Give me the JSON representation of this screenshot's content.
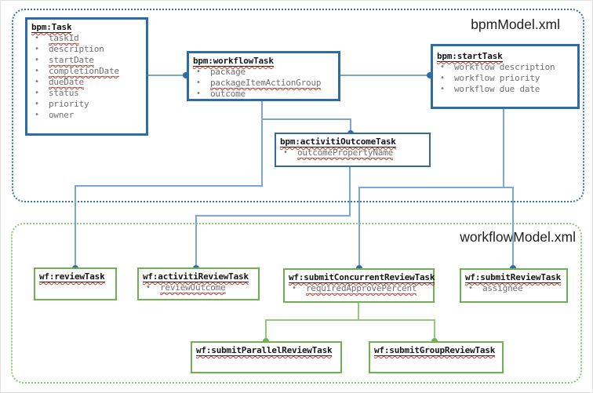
{
  "containers": {
    "bpm": {
      "label": "bpmModel.xml"
    },
    "workflow": {
      "label": "workflowModel.xml"
    }
  },
  "boxes": {
    "task": {
      "title": "bpm:Task",
      "attrs": [
        "taskId",
        "description",
        "startDate",
        "completionDate",
        "dueDate",
        "status",
        "priority",
        "owner"
      ]
    },
    "workflowTask": {
      "title": "bpm:workflowTask",
      "attrs": [
        "package",
        "packageItemActionGroup",
        "outcome"
      ]
    },
    "startTask": {
      "title": "bpm:startTask",
      "attrs": [
        "workflow description",
        "workflow priority",
        "workflow due date"
      ]
    },
    "activitiOutcomeTask": {
      "title": "bpm:activitiOutcomeTask",
      "attrs": [
        "outcomePropertyName"
      ]
    },
    "reviewTask": {
      "title": "wf:reviewTask",
      "attrs": []
    },
    "activitiReviewTask": {
      "title": "wf:activitiReviewTask",
      "attrs": [
        "reviewOutcome"
      ]
    },
    "submitConcurrentReviewTask": {
      "title": "wf:submitConcurrentReviewTask",
      "attrs": [
        "requiredApprovePercent"
      ]
    },
    "submitReviewTask": {
      "title": "wf:submitReviewTask",
      "attrs": [
        "assignee"
      ]
    },
    "submitParallelReviewTask": {
      "title": "wf:submitParallelReviewTask",
      "attrs": []
    },
    "submitGroupReviewTask": {
      "title": "wf:submitGroupReviewTask",
      "attrs": []
    }
  },
  "colors": {
    "blue_box_border": "#2e6ca8",
    "blue_connector": "#7ba7d4",
    "blue_dot": "#2e6ca8",
    "bpm_container_dotted": "#2e75b6",
    "green_box_border": "#6fb151",
    "green_connector": "#93c97c",
    "green_dot": "#6fb151",
    "workflow_container_dotted": "#90c978",
    "title_text": "#141414",
    "attribute_text": "#6f6f6f",
    "spellcheck_squiggle": "#cc3b2f"
  }
}
